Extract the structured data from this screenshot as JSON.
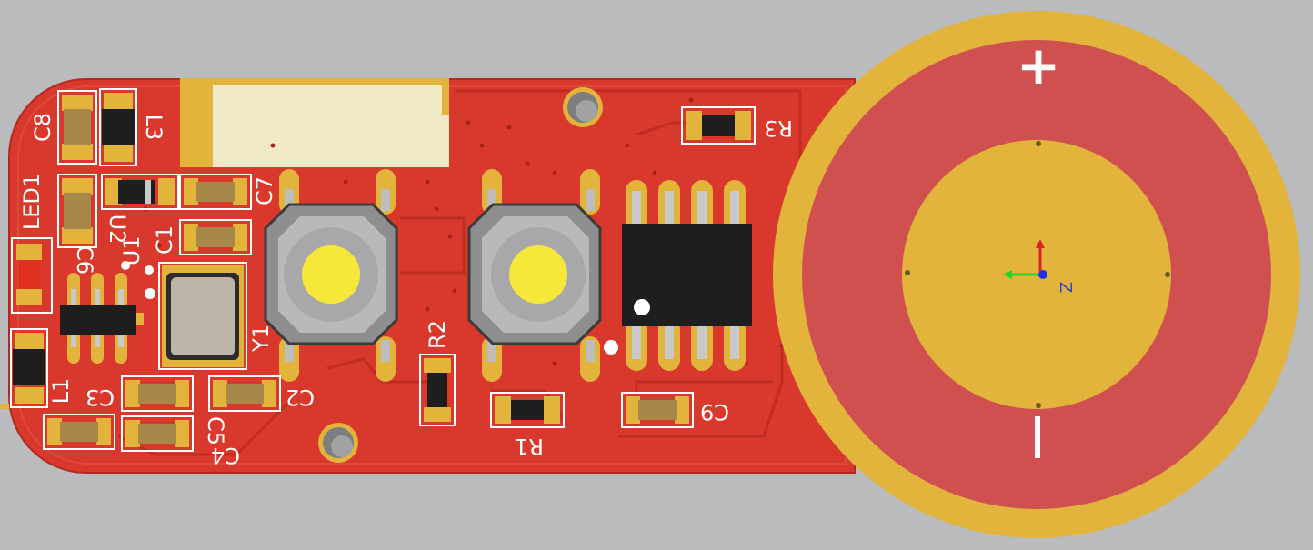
{
  "colors": {
    "background": "#b9bbbd",
    "board": "#d9382c",
    "board_dark": "#b82a22",
    "copper": "#e2b43c",
    "silk": "#ffffff",
    "antenna_fill": "#efe9c8",
    "body_black": "#1e1e1e",
    "button_grey": "#8e8e90",
    "button_light": "#c7c7c9",
    "button_cap": "#f4e63c",
    "axis_x": "#28d228",
    "axis_y": "#e02020",
    "axis_z": "#2030e0"
  },
  "designators": {
    "c8": "C8",
    "l3": "L3",
    "led1": "LED1",
    "c7": "C7",
    "u2": "U2",
    "c1": "C1",
    "u1": "U1",
    "c6": "C6",
    "y1": "Y1",
    "l1": "L1",
    "c3": "C3",
    "c2": "C2",
    "c5": "C5",
    "c4": "C4",
    "r2": "R2",
    "r1": "R1",
    "c9": "C9",
    "r3": "R3"
  },
  "battery": {
    "plus": "+",
    "minus": "−"
  },
  "axes": {
    "z_label": "Z"
  },
  "icons": {
    "buttons": "tactile-switch-icon",
    "crystal": "crystal-oscillator-icon",
    "axes": "axis-triad-icon"
  }
}
